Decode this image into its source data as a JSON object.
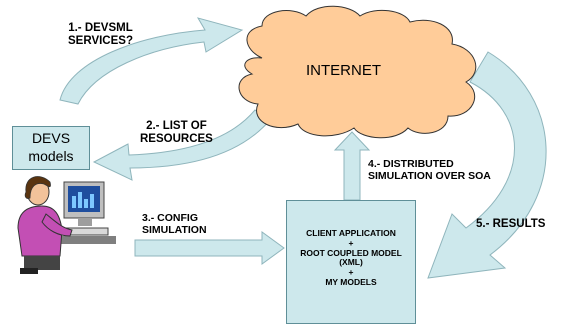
{
  "nodes": {
    "internet": "INTERNET",
    "devs_models": "DEVS\nmodels",
    "client_box": [
      "CLIENT APPLICATION",
      "+",
      "ROOT COUPLED MODEL",
      "(XML)",
      "+",
      "MY MODELS"
    ]
  },
  "steps": {
    "s1": "1.- DEVSML\nSERVICES?",
    "s2": "2.- LIST OF\nRESOURCES",
    "s3": "3.- CONFIG\nSIMULATION",
    "s4": "4.- DISTRIBUTED\nSIMULATION OVER SOA",
    "s5": "5.- RESULTS"
  },
  "colors": {
    "cloud_fill": "#ffcc99",
    "cloud_stroke": "#333333",
    "arrow_fill": "#cde8ec",
    "arrow_stroke": "#8fb5bc",
    "box_fill": "#cde8ec",
    "box_stroke": "#5f8f98"
  },
  "icons": [
    "cloud-icon",
    "person-at-computer-icon"
  ]
}
